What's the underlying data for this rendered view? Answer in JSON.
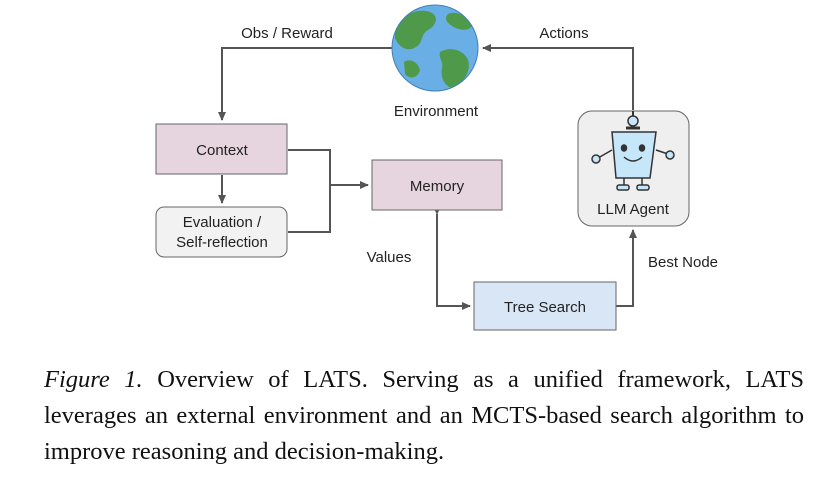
{
  "diagram": {
    "nodes": {
      "environment": "Environment",
      "context": "Context",
      "evaluation_line1": "Evaluation /",
      "evaluation_line2": "Self-reflection",
      "memory": "Memory",
      "tree_search": "Tree Search",
      "llm_agent": "LLM Agent"
    },
    "edge_labels": {
      "obs_reward": "Obs / Reward",
      "actions": "Actions",
      "values": "Values",
      "best_node": "Best Node"
    },
    "colors": {
      "context_fill": "#e6d5de",
      "memory_fill": "#e6d5de",
      "evaluation_fill": "#f2f2f2",
      "tree_search_fill": "#d9e6f5",
      "agent_fill": "#efefef",
      "ocean": "#6aaee6",
      "land": "#4f9a4a",
      "robot_body": "#c6e6f9"
    }
  },
  "caption": {
    "label": "Figure 1.",
    "text": "Overview of LATS. Serving as a unified framework, LATS leverages an external environment and an MCTS-based search algorithm to improve reasoning and decision-making."
  }
}
